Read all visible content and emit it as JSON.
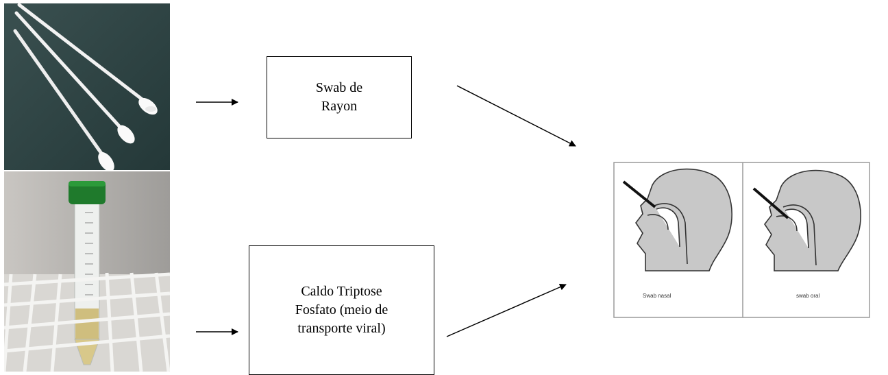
{
  "boxes": {
    "swab": "Swab de\nRayon",
    "caldo": "Caldo Triptose\nFosfato (meio de\ntransporte viral)"
  },
  "illustration": {
    "left_label": "Swab nasal",
    "right_label": "swab oral"
  },
  "colors": {
    "photo_background": "#2f4444",
    "cap_green": "#1f7a2c",
    "rack_white": "#f4f4f2",
    "liquid": "#c9b56a",
    "head_fill": "#c8c8c8"
  }
}
